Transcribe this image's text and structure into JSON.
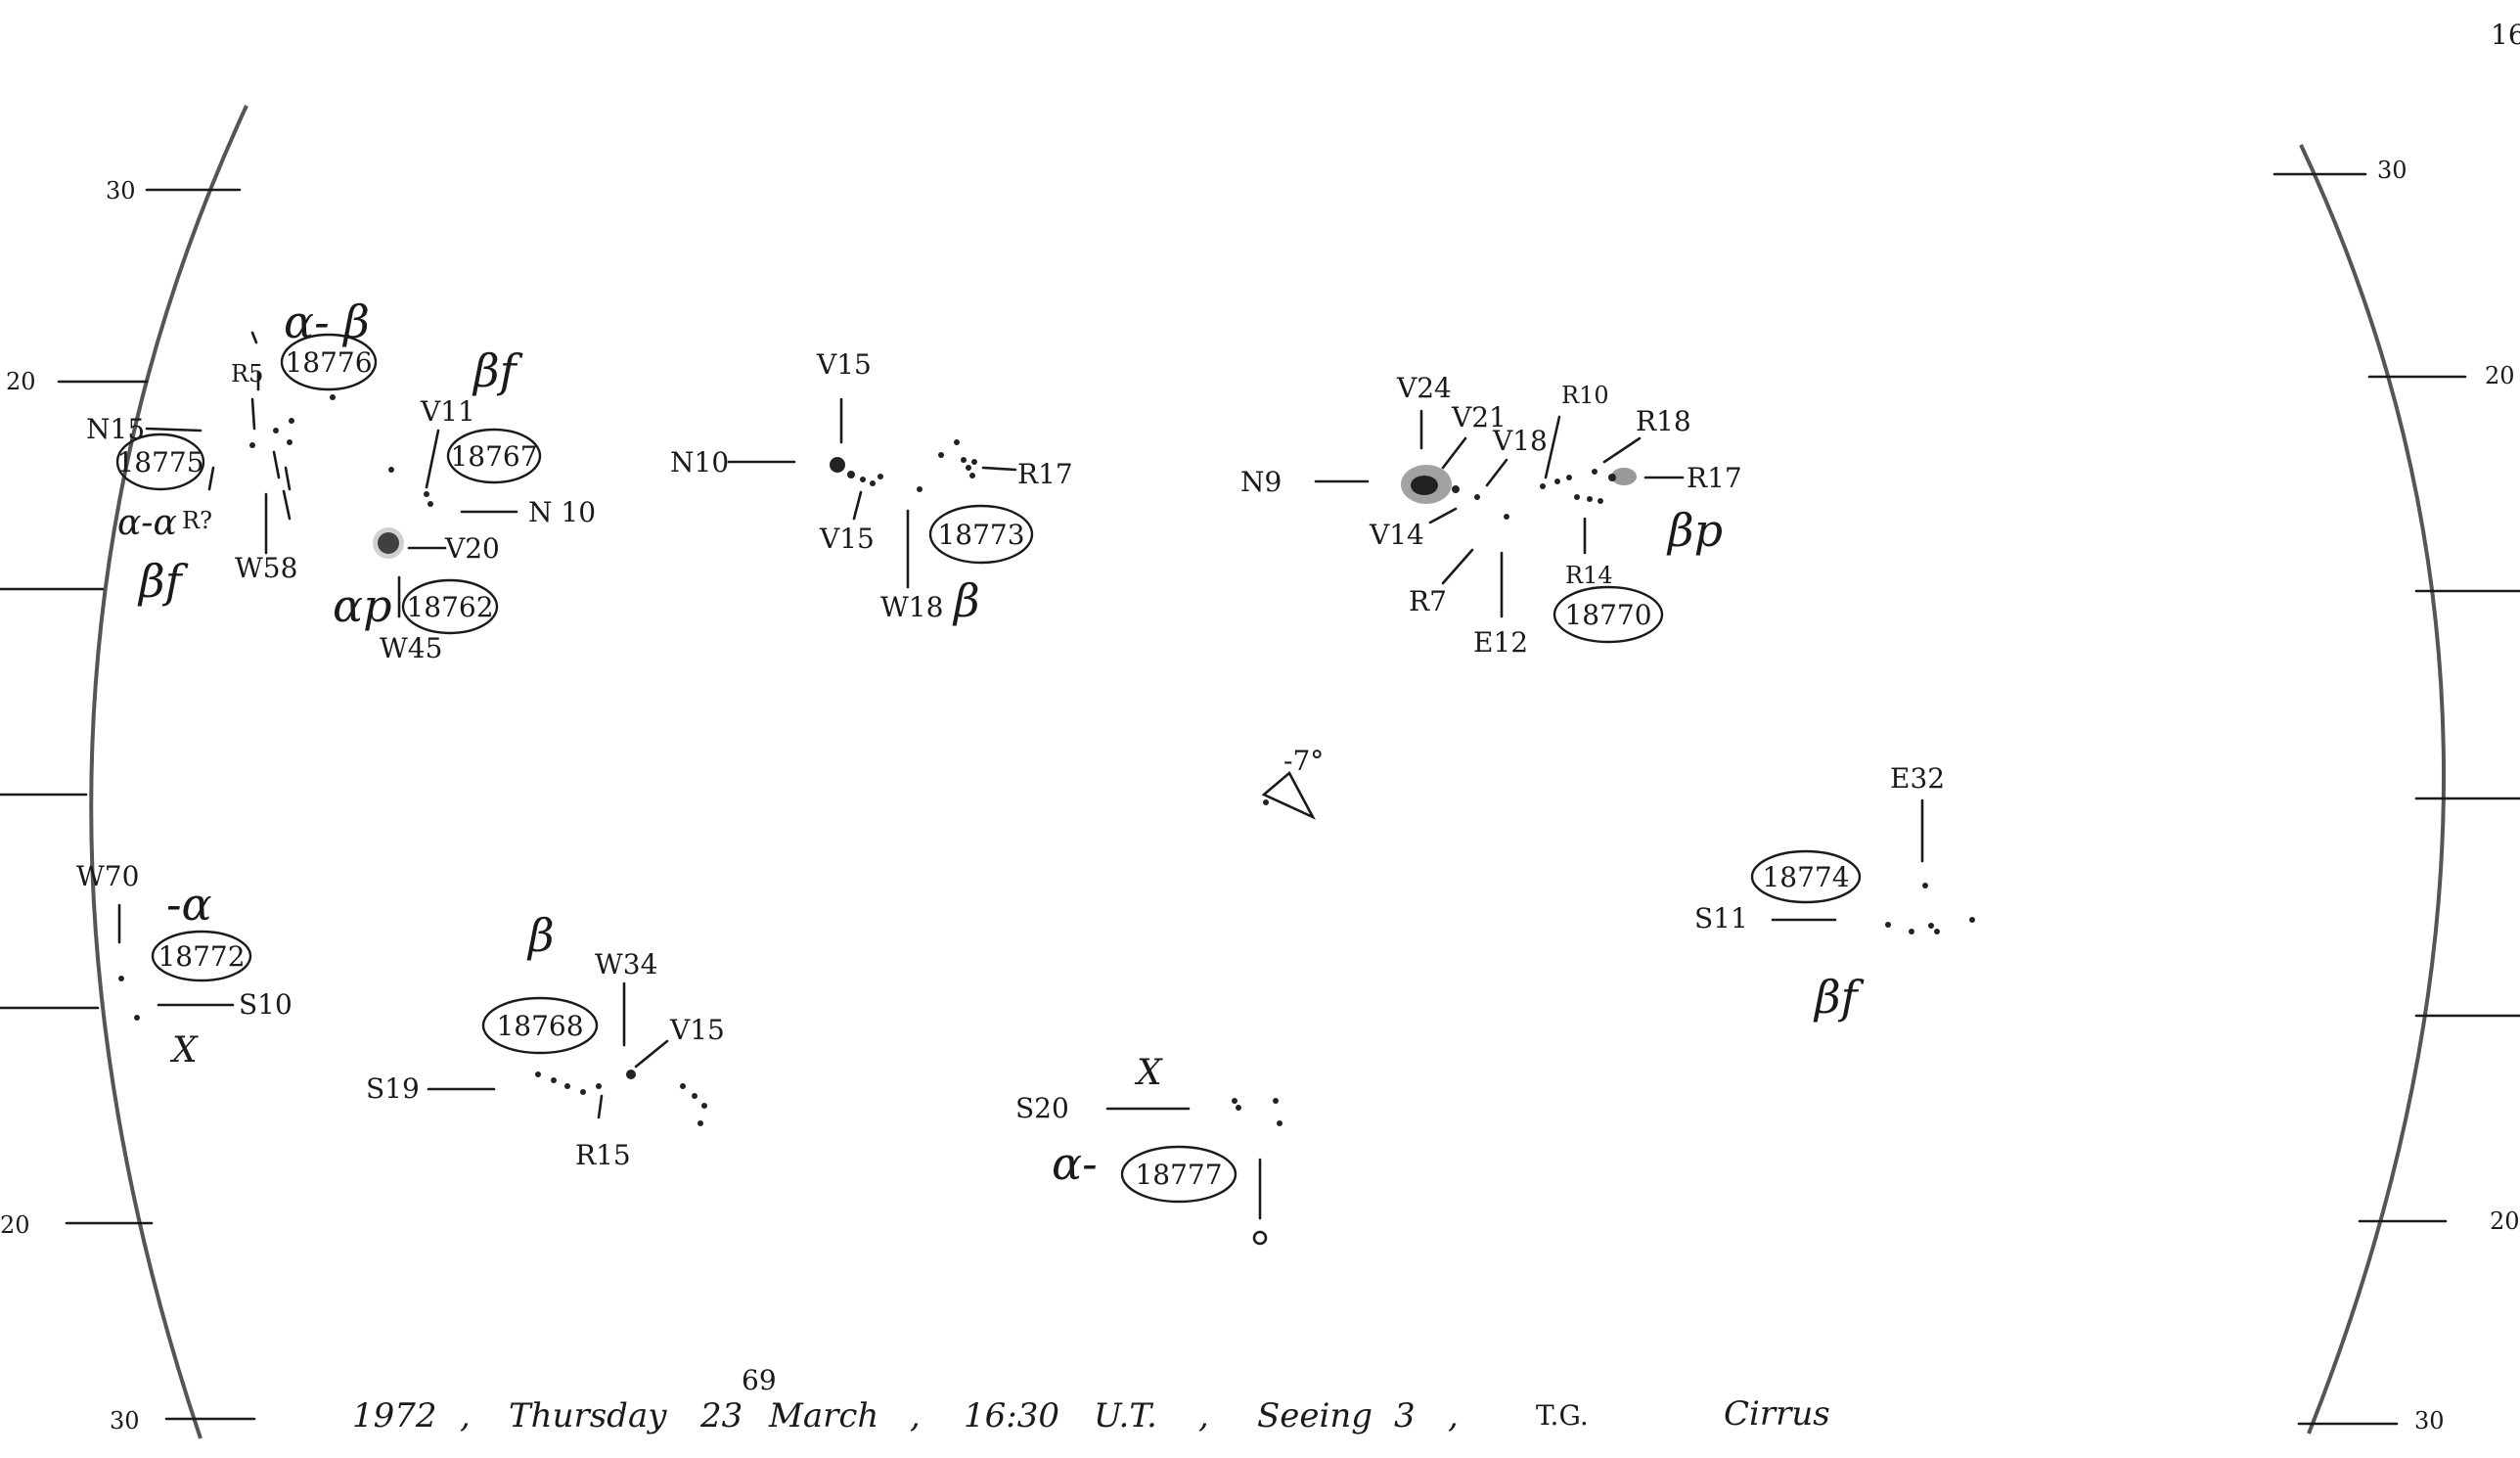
{
  "page_number": "16",
  "scale": {
    "left": [
      "30",
      "20",
      "20",
      "30"
    ],
    "right": [
      "30",
      "20",
      "20",
      "30"
    ]
  },
  "regions": {
    "r18776": {
      "number": "18776",
      "class": "α- β"
    },
    "r18775": {
      "number": "18775",
      "class": "βf",
      "note": "α-α",
      "extra": "R?"
    },
    "r18767": {
      "number": "18767",
      "class": "βf"
    },
    "r18762": {
      "number": "18762",
      "class": "αp"
    },
    "r18773": {
      "number": "18773",
      "class": "β"
    },
    "r18770": {
      "number": "18770",
      "class": "βp"
    },
    "r18774": {
      "number": "18774",
      "class": "βf"
    },
    "r18772": {
      "number": "18772",
      "class": "-α",
      "mark": "X"
    },
    "r18768": {
      "number": "18768",
      "class": "β"
    },
    "r18777": {
      "number": "18777",
      "class": "α-",
      "mark": "X"
    }
  },
  "coords": {
    "r5": "R5",
    "n15": "N15",
    "w58": "W58",
    "v11": "V11",
    "n10a": "N 10",
    "v20": "V20",
    "w45": "W45",
    "v15a": "V15",
    "n10b": "N10",
    "r17a": "R17",
    "v15b": "V15",
    "w18": "W18",
    "v24": "V24",
    "v21": "V21",
    "v18": "V18",
    "r10": "R10",
    "r18": "R18",
    "n9": "N9",
    "r17b": "R17",
    "v14": "V14",
    "r14": "R14",
    "r7": "R7",
    "e12": "E12",
    "e32": "E32",
    "s11": "S11",
    "w70": "W70",
    "s10": "S10",
    "w34": "W34",
    "v15c": "V15",
    "s19": "S19",
    "r15": "R15",
    "s20": "S20"
  },
  "center": {
    "angle": "-7°"
  },
  "footer": {
    "year": "1972",
    "day": "Thursday",
    "date": "23",
    "date_super": "69",
    "month": "March",
    "time": "16:30",
    "time_unit": "U.T.",
    "seeing_label": "Seeing",
    "seeing_value": "3",
    "observer": "T.G.",
    "sky": "Cirrus"
  }
}
